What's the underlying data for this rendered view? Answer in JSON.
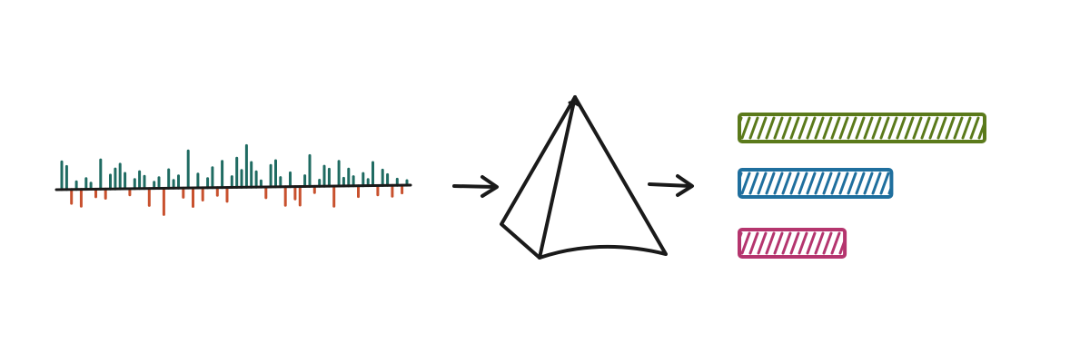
{
  "diagram": {
    "stages": [
      "signal",
      "pyramid",
      "bars"
    ],
    "colors": {
      "ink": "#1a1a1a",
      "signal_positive": "#1f6b62",
      "signal_negative": "#c8512e",
      "bar_1": "#5b7a1b",
      "bar_2": "#1f6f9e",
      "bar_3": "#b5356e"
    },
    "signal": {
      "description_icon": "sparse-spike-signal",
      "spikes": [
        {
          "v": 0.9
        },
        {
          "v": 0.75
        },
        {
          "v": -0.45
        },
        {
          "v": 0.25
        },
        {
          "v": -0.55
        },
        {
          "v": 0.35
        },
        {
          "v": 0.2
        },
        {
          "v": -0.25
        },
        {
          "v": 0.95
        },
        {
          "v": -0.3
        },
        {
          "v": 0.45
        },
        {
          "v": 0.65
        },
        {
          "v": 0.8
        },
        {
          "v": 0.5
        },
        {
          "v": -0.2
        },
        {
          "v": 0.3
        },
        {
          "v": 0.55
        },
        {
          "v": 0.4
        },
        {
          "v": -0.55
        },
        {
          "v": 0.2
        },
        {
          "v": 0.35
        },
        {
          "v": -0.85
        },
        {
          "v": 0.6
        },
        {
          "v": 0.25
        },
        {
          "v": 0.4
        },
        {
          "v": -0.3
        },
        {
          "v": 1.2
        },
        {
          "v": -0.6
        },
        {
          "v": 0.45
        },
        {
          "v": -0.4
        },
        {
          "v": 0.3
        },
        {
          "v": 0.65
        },
        {
          "v": -0.25
        },
        {
          "v": 0.85
        },
        {
          "v": -0.45
        },
        {
          "v": 0.35
        },
        {
          "v": 0.95
        },
        {
          "v": 0.55
        },
        {
          "v": 1.35
        },
        {
          "v": 0.8
        },
        {
          "v": 0.5
        },
        {
          "v": 0.2
        },
        {
          "v": -0.35
        },
        {
          "v": 0.7
        },
        {
          "v": 0.85
        },
        {
          "v": 0.3
        },
        {
          "v": -0.6
        },
        {
          "v": 0.45
        },
        {
          "v": -0.4
        },
        {
          "v": -0.6
        },
        {
          "v": 0.35
        },
        {
          "v": 1.0
        },
        {
          "v": -0.2
        },
        {
          "v": 0.2
        },
        {
          "v": 0.65
        },
        {
          "v": 0.55
        },
        {
          "v": -0.65
        },
        {
          "v": 0.8
        },
        {
          "v": 0.25
        },
        {
          "v": 0.55
        },
        {
          "v": 0.3
        },
        {
          "v": -0.35
        },
        {
          "v": 0.4
        },
        {
          "v": 0.2
        },
        {
          "v": 0.75
        },
        {
          "v": -0.3
        },
        {
          "v": 0.5
        },
        {
          "v": 0.35
        },
        {
          "v": -0.35
        },
        {
          "v": 0.2
        },
        {
          "v": -0.25
        },
        {
          "v": 0.15
        }
      ]
    },
    "bars": [
      {
        "value": 1.0,
        "color_key": "bar_1"
      },
      {
        "value": 0.62,
        "color_key": "bar_2"
      },
      {
        "value": 0.43,
        "color_key": "bar_3"
      }
    ]
  }
}
